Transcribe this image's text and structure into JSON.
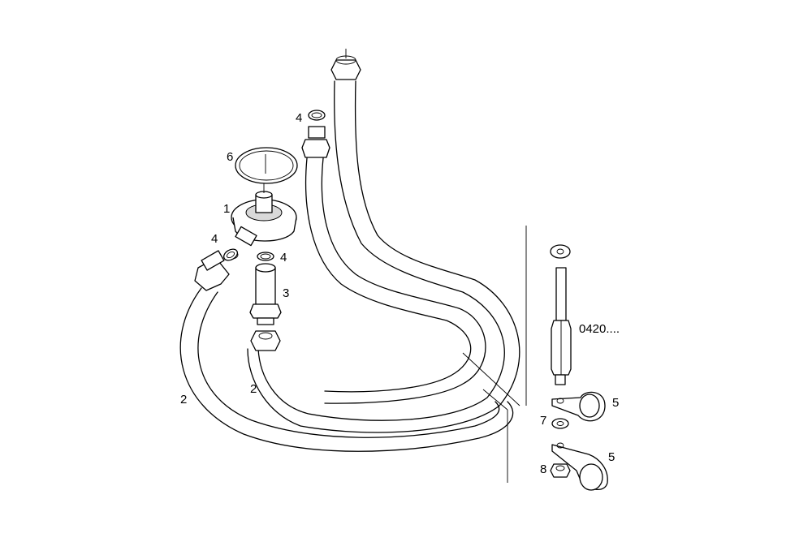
{
  "diagram": {
    "callouts": {
      "c1": "1",
      "c2a": "2",
      "c2b": "2",
      "c3": "3",
      "c4a": "4",
      "c4b": "4",
      "c4c": "4",
      "c5a": "5",
      "c5b": "5",
      "c6": "6",
      "c7": "7",
      "c8": "8",
      "ref": "0420...."
    }
  }
}
